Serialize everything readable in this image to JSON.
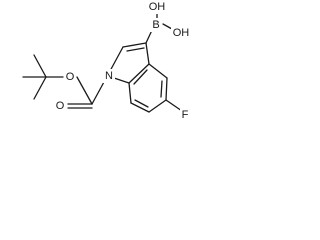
{
  "atoms": {
    "oxygen_ester": "O",
    "oxygen_carbonyl": "O",
    "nitrogen": "N",
    "boron": "B",
    "hydroxyl_top": "OH",
    "hydroxyl_right": "OH",
    "fluorine": "F"
  },
  "colors": {
    "bond": "#1a1a1a",
    "label": "#1a1a1a",
    "background": "#ffffff"
  }
}
